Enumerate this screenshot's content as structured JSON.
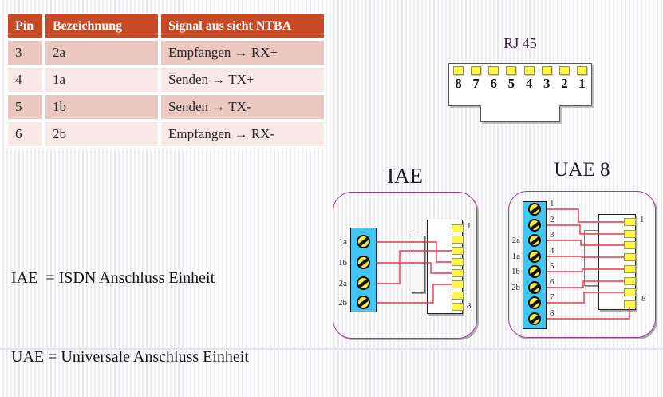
{
  "table": {
    "headers": [
      "Pin",
      "Bezeichnung",
      "Signal aus sicht NTBA"
    ],
    "rows": [
      {
        "pin": "3",
        "bezeichnung": "2a",
        "signal": "Empfangen → RX+"
      },
      {
        "pin": "4",
        "bezeichnung": "1a",
        "signal": "Senden → TX+"
      },
      {
        "pin": "5",
        "bezeichnung": "1b",
        "signal": "Senden → TX-"
      },
      {
        "pin": "6",
        "bezeichnung": "2b",
        "signal": "Empfangen → RX-"
      }
    ]
  },
  "legend": {
    "line1": "IAE  = ISDN Anschluss Einheit",
    "line2": "UAE = Universale Anschluss Einheit"
  },
  "rj45": {
    "title": "RJ 45",
    "pin_numbers": [
      "8",
      "7",
      "6",
      "5",
      "4",
      "3",
      "2",
      "1"
    ]
  },
  "iae": {
    "title": "IAE",
    "terminal_labels": [
      "1a",
      "1b",
      "2a",
      "2b"
    ],
    "pin_top_label": "1",
    "pin_bottom_label": "8"
  },
  "uae": {
    "title": "UAE 8",
    "terminal_numbers": [
      "1",
      "2",
      "3",
      "4",
      "5",
      "6",
      "7",
      "8"
    ],
    "terminal_labels": [
      "2a",
      "1a",
      "1b",
      "2b"
    ],
    "pin_top_label": "1",
    "pin_bottom_label": "8"
  },
  "colors": {
    "table_header_bg": "#c84a24",
    "table_row_dark": "#ebc8c1",
    "table_row_light": "#f8e9e6",
    "wire_red": "#f23347",
    "terminal_cyan": "#3fc6f2",
    "pin_yellow": "#fdf64b",
    "panel_border_purple": "#9a3e98"
  }
}
